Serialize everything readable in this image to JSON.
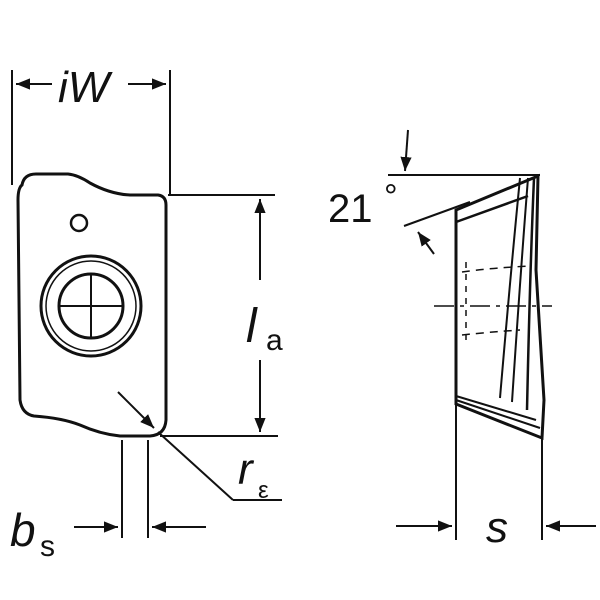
{
  "diagram": {
    "subject": "indexable milling insert",
    "views": [
      "front-view",
      "side-view"
    ],
    "stroke_color": "#111111",
    "background": "#ffffff"
  },
  "dimensions": {
    "iw": {
      "symbol": "iW",
      "main": "iW",
      "sub": ""
    },
    "la": {
      "symbol": "la",
      "main": "l",
      "sub": "a"
    },
    "re": {
      "symbol": "rε",
      "main": "r",
      "sub": "ε"
    },
    "bs": {
      "symbol": "bs",
      "main": "b",
      "sub": "s"
    },
    "s": {
      "symbol": "s",
      "main": "s",
      "sub": ""
    },
    "angle": {
      "value": "21",
      "unit": "°",
      "label": "21°"
    }
  }
}
